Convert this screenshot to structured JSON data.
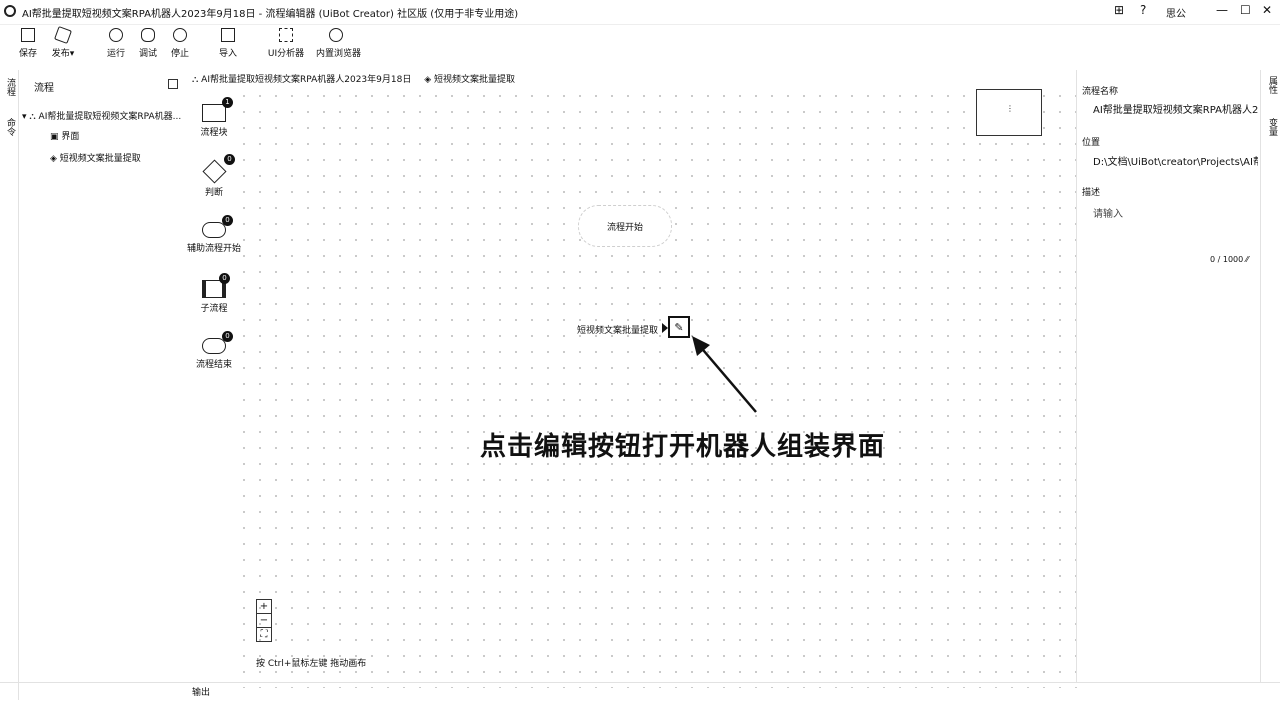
{
  "window": {
    "title": "AI帮批量提取短视频文案RPA机器人2023年9月18日 - 流程编辑器 (UiBot Creator) 社区版 (仅用于非专业用途)",
    "controls": {
      "grid": "⊞",
      "help": "?",
      "user": "思公",
      "min": "—",
      "max": "☐",
      "close": "✕"
    }
  },
  "toolbar": [
    {
      "label": "保存"
    },
    {
      "label": "发布▾"
    },
    {
      "label": "运行"
    },
    {
      "label": "调试"
    },
    {
      "label": "停止"
    },
    {
      "label": "导入"
    },
    {
      "label": "UI分析器"
    },
    {
      "label": "内置浏览器"
    }
  ],
  "left_tabs": [
    "流程",
    "命令"
  ],
  "tree": {
    "header": "流程",
    "root": "AI帮批量提取短视频文案RPA机器...",
    "children": [
      "界面",
      "短视频文案批量提取"
    ]
  },
  "breadcrumb": [
    "AI帮批量提取短视频文案RPA机器人2023年9月18日",
    "短视频文案批量提取"
  ],
  "palette": [
    {
      "label": "流程块",
      "badge": "1"
    },
    {
      "label": "判断",
      "badge": "0"
    },
    {
      "label": "辅助流程开始",
      "badge": "0"
    },
    {
      "label": "子流程",
      "badge": "0"
    },
    {
      "label": "流程结束",
      "badge": "0"
    }
  ],
  "canvas": {
    "start_node": "流程开始",
    "block_node": "短视频文案批量提取",
    "annotation": "点击编辑按钮打开机器人组装界面",
    "hint": "按 Ctrl+鼠标左键 拖动画布",
    "zoom_controls": [
      "+",
      "−",
      "⛶"
    ]
  },
  "right_panel": {
    "name_label": "流程名称",
    "name_value": "AI帮批量提取短视频文案RPA机器人2",
    "path_label": "位置",
    "path_value": "D:\\文档\\UiBot\\creator\\Projects\\AI帮",
    "desc_label": "描述",
    "desc_value": "请输入",
    "counter": "0 / 1000"
  },
  "right_tabs": [
    "属性",
    "变量"
  ],
  "bottom": {
    "output_tab": "输出"
  }
}
